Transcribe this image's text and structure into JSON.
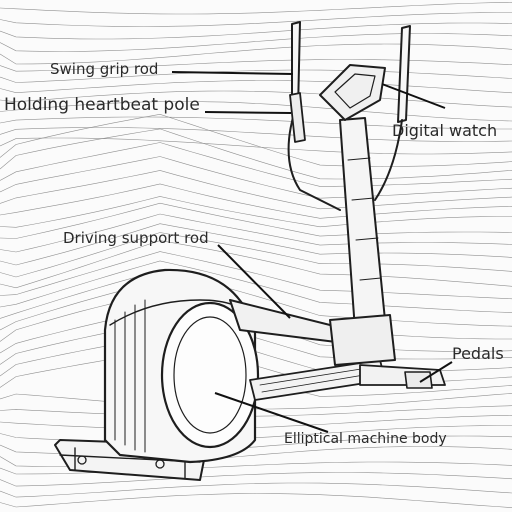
{
  "labels": {
    "swing_grip_rod": "Swing grip rod",
    "holding_heartbeat_pole": "Holding heartbeat pole",
    "digital_watch": "Digital watch",
    "driving_support_rod": "Driving support rod",
    "pedals": "Pedals",
    "elliptical_machine_body": "Elliptical machine body"
  },
  "colors": {
    "ink": "#1e1e1e",
    "paper": "#fbfbfb",
    "hatch": "#3a3a3a"
  }
}
